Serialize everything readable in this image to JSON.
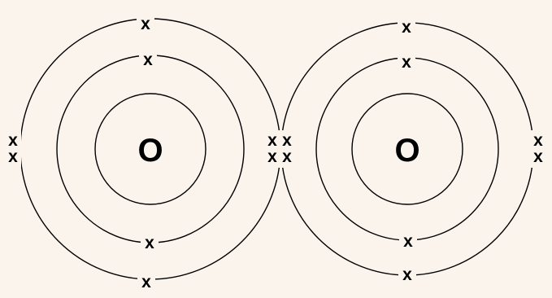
{
  "atoms": [
    {
      "symbol": "O",
      "shells": 3,
      "electrons": {
        "shell2_top": "x",
        "shell2_bottom": "x",
        "shell3_top": "x",
        "shell3_bottom": "x",
        "shell3_left": [
          "x",
          "x"
        ],
        "shell3_right": [
          "x",
          "x"
        ]
      }
    },
    {
      "symbol": "O",
      "shells": 3,
      "electrons": {
        "shell2_top": "x",
        "shell2_bottom": "x",
        "shell3_top": "x",
        "shell3_bottom": "x",
        "shell3_left": [
          "x",
          "x"
        ],
        "shell3_right": [
          "x",
          "x"
        ]
      }
    }
  ],
  "colors": {
    "background": "#fbf4ec",
    "line": "#000000",
    "text": "#000000"
  }
}
